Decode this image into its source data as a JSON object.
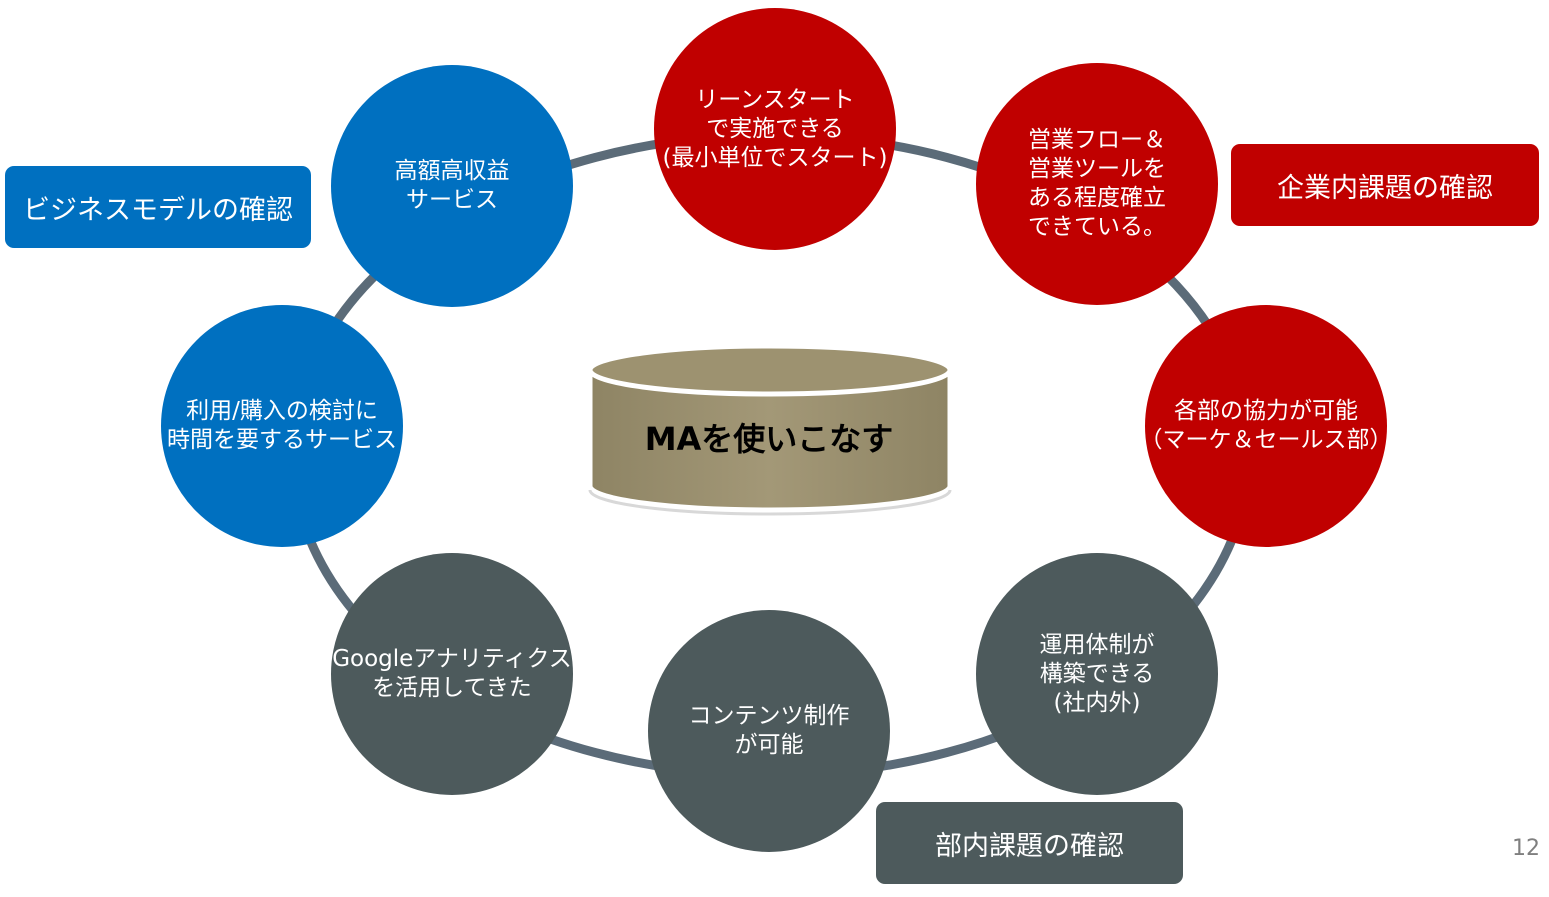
{
  "center": {
    "label": "MAを使いこなす"
  },
  "circles": {
    "high_value": "高額高収益\nサービス",
    "long_consideration": "利用/購入の検討に\n時間を要するサービス",
    "lean_start": "リーンスタート\nで実施できる\n(最小単位でスタート)",
    "sales_flow": "営業フロー＆\n営業ツールを\nある程度確立\nできている。",
    "cooperation": "各部の協力が可能\n（マーケ＆セールス部）",
    "operation": "運用体制が\n構築できる\n(社内外)",
    "content": "コンテンツ制作\nが可能",
    "analytics": "Googleアナリティクス\nを活用してきた"
  },
  "tags": {
    "business_model": "ビジネスモデルの確認",
    "company_issues": "企業内課題の確認",
    "department_issues": "部内課題の確認"
  },
  "colors": {
    "blue": "#0070c0",
    "red": "#c00000",
    "gray": "#4d5a5c",
    "ring": "#5b6b78",
    "cylinder": "#9d9270"
  },
  "page": {
    "number": "12"
  }
}
